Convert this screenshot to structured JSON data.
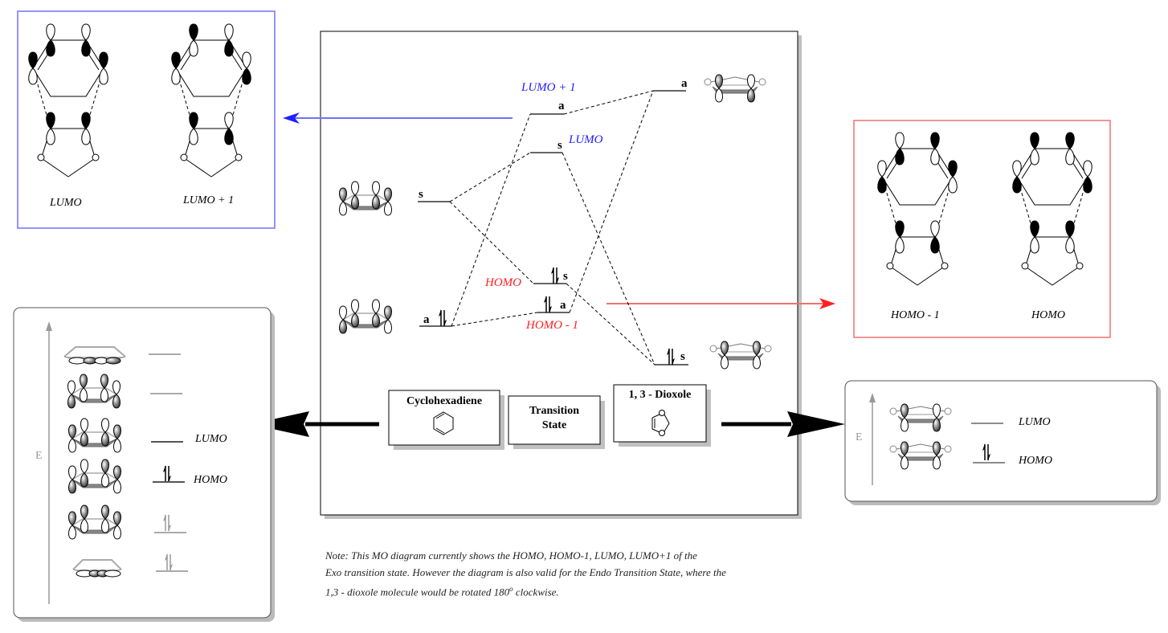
{
  "main_diagram": {
    "levels": {
      "ts_lumo_plus_1_sym": "a",
      "ts_lumo_sym": "s",
      "ts_homo_sym": "s",
      "ts_homo_minus_1_sym": "a",
      "cyclohexadiene_upper_sym": "s",
      "cyclohexadiene_lower_sym": "a",
      "dioxole_upper_sym": "a",
      "dioxole_lower_sym": "s"
    },
    "labels": {
      "lumo_plus_1": "LUMO + 1",
      "lumo": "LUMO",
      "homo": "HOMO",
      "homo_minus_1": "HOMO - 1"
    },
    "boxes": {
      "cyclohexadiene": "Cyclohexadiene",
      "transition_state_line1": "Transition",
      "transition_state_line2": "State",
      "dioxole": "1, 3 - Dioxole"
    }
  },
  "lumo_panel": {
    "left_caption": "LUMO",
    "right_caption": "LUMO + 1"
  },
  "homo_panel": {
    "left_caption": "HOMO - 1",
    "right_caption": "HOMO"
  },
  "cyclohexadiene_panel": {
    "axis_label": "E",
    "lumo_label": "LUMO",
    "homo_label": "HOMO"
  },
  "dioxole_panel": {
    "axis_label": "E",
    "lumo_label": "LUMO",
    "homo_label": "HOMO"
  },
  "note": {
    "line1": "Note: This MO diagram currently shows the HOMO, HOMO-1, LUMO, LUMO+1 of the",
    "line2": "Exo transition state. However the diagram is also valid for the Endo Transition State, where the",
    "line3_pre": "1,3 - dioxole molecule would be rotated 180",
    "line3_sup": "o",
    "line3_post": " clockwise."
  },
  "colors": {
    "lumo_accent": "#2020ff",
    "homo_accent": "#ff2020",
    "lumo_frame": "#7070ff",
    "homo_frame": "#f07070"
  }
}
